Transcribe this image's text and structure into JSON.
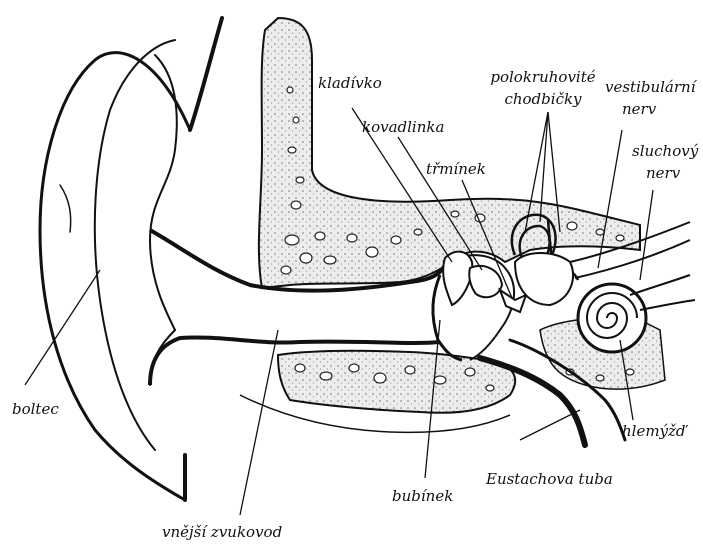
{
  "labels": {
    "kladivko": "kladívko",
    "kovadlinka": "kovadlinka",
    "trminek": "třmínek",
    "polokruhovite_1": "polokruhovité",
    "polokruhovite_2": "chodbičky",
    "vestibularni_1": "vestibulární",
    "vestibularni_2": "nerv",
    "sluchovy_1": "sluchový",
    "sluchovy_2": "nerv",
    "boltec": "boltec",
    "hlemyzd": "hlemýžď",
    "eustachova": "Eustachova tuba",
    "bubinek": "bubínek",
    "zvukovod": "vnější zvukovod"
  },
  "colors": {
    "ink": "#111111",
    "bone": "#e4e4e4",
    "paper": "#ffffff"
  }
}
